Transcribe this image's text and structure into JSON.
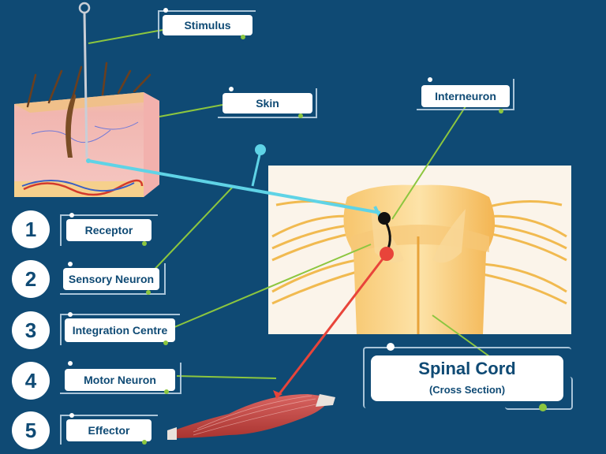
{
  "labels": {
    "stimulus": "Stimulus",
    "skin": "Skin",
    "interneuron": "Interneuron",
    "receptor": "Receptor",
    "sensory_neuron": "Sensory Neuron",
    "integration_centre": "Integration Centre",
    "motor_neuron": "Motor Neuron",
    "effector": "Effector",
    "spinal_cord": "Spinal Cord",
    "cross_section": "(Cross Section)"
  },
  "steps": [
    "1",
    "2",
    "3",
    "4",
    "5"
  ],
  "colors": {
    "background": "#0f4a74",
    "sensory_path": "#5fd3e6",
    "motor_path": "#e8443a",
    "pointer_line": "#8cc63f",
    "label_text": "#0f4a74"
  }
}
